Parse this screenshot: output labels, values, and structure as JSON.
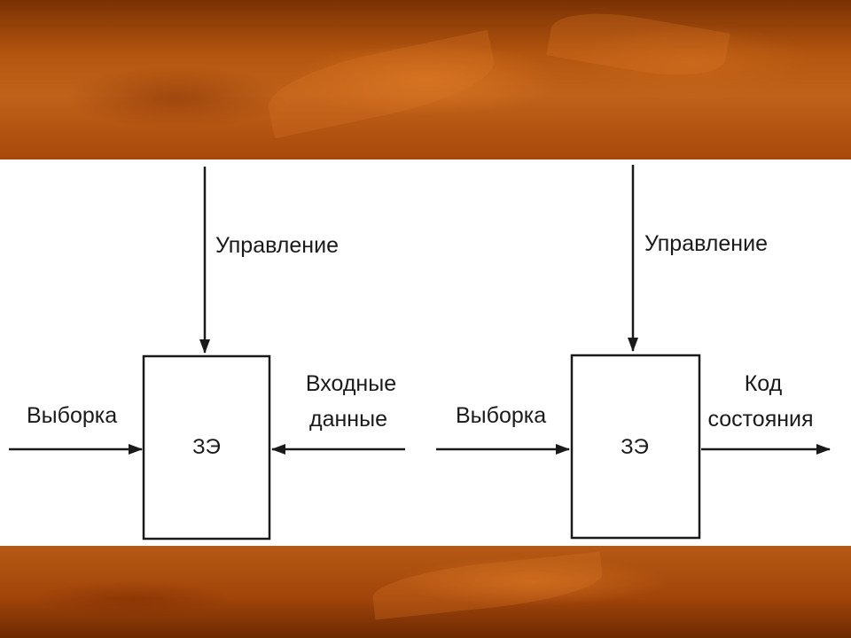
{
  "left_block": {
    "control_label": "Управление",
    "sample_label": "Выборка",
    "input_label_line1": "Входные",
    "input_label_line2": "данные",
    "box_label": "ЗЭ"
  },
  "right_block": {
    "control_label": "Управление",
    "sample_label": "Выборка",
    "output_label_line1": "Код",
    "output_label_line2": "состояния",
    "box_label": "ЗЭ"
  },
  "colors": {
    "background_orange": "#b4540c",
    "panel": "#ffffff",
    "ink": "#1a1a1a"
  }
}
